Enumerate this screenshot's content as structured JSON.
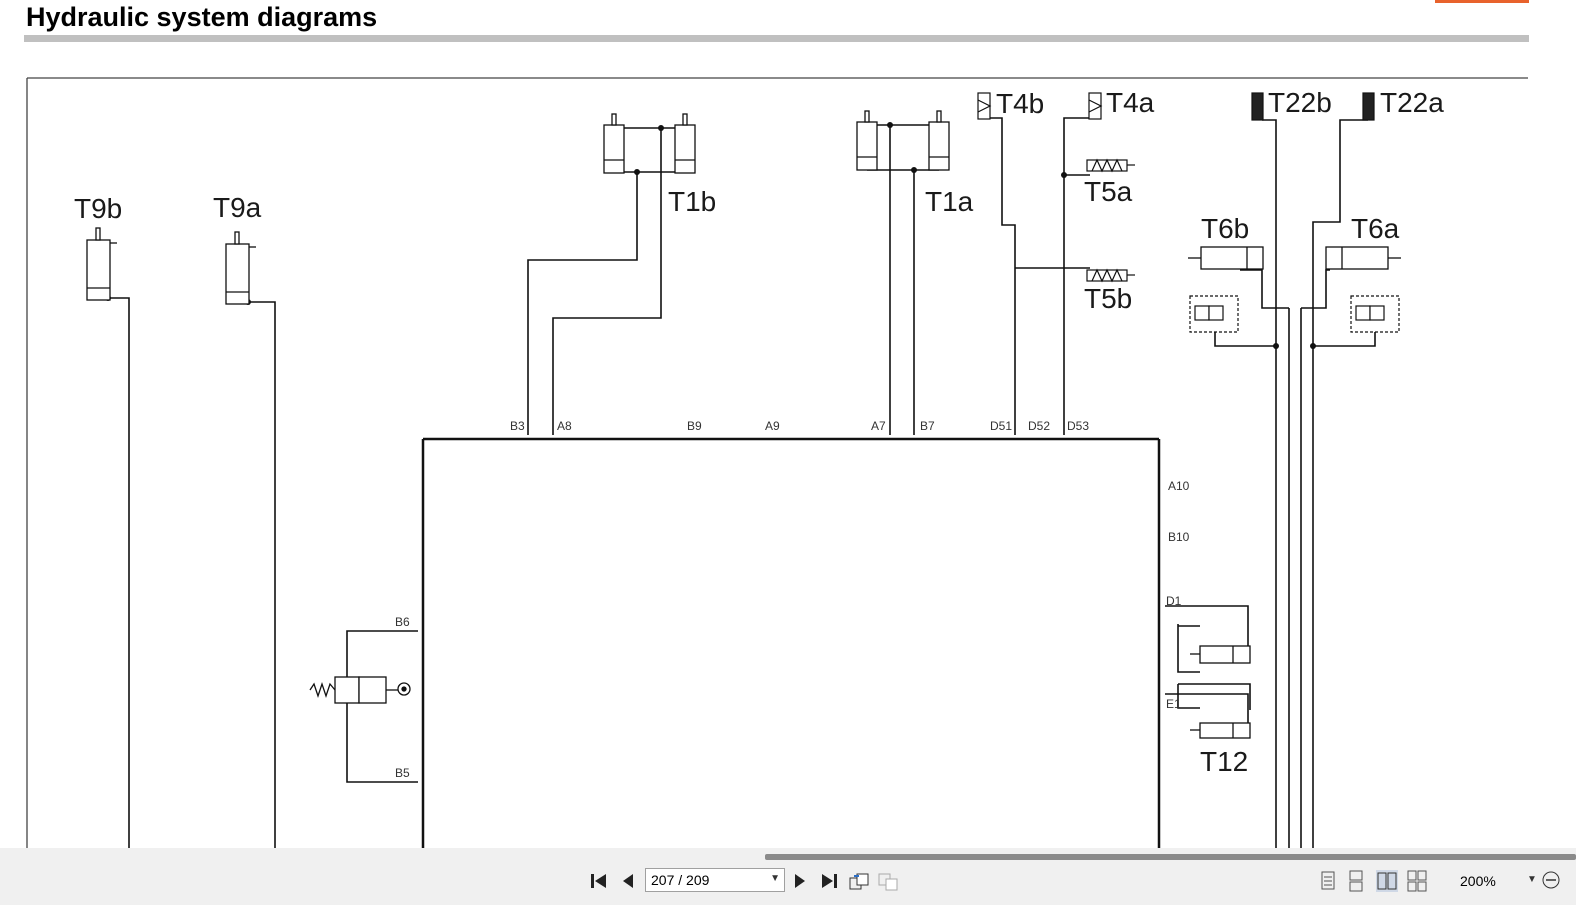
{
  "header": {
    "title": "Hydraulic system diagrams"
  },
  "diagram": {
    "labels": {
      "t9b": "T9b",
      "t9a": "T9a",
      "t1b": "T1b",
      "t1a": "T1a",
      "t4b": "T4b",
      "t4a": "T4a",
      "t5a": "T5a",
      "t5b": "T5b",
      "t22b": "T22b",
      "t22a": "T22a",
      "t6b": "T6b",
      "t6a": "T6a",
      "t12": "T12"
    },
    "ports": {
      "b3": "B3",
      "a8": "A8",
      "b9": "B9",
      "a9": "A9",
      "a7": "A7",
      "b7": "B7",
      "d51": "D51",
      "d52": "D52",
      "d53": "D53",
      "a10": "A10",
      "b10": "B10",
      "d1": "D1",
      "e1": "E1",
      "b6": "B6",
      "b5": "B5"
    }
  },
  "toolbar": {
    "page_indicator": "207 / 209",
    "zoom": "200%",
    "icons": {
      "first": "first-page-icon",
      "prev": "prev-page-icon",
      "next": "next-page-icon",
      "last": "last-page-icon",
      "back": "go-back-icon",
      "forward": "go-forward-icon",
      "single": "single-page-icon",
      "continuous": "continuous-page-icon",
      "facing": "facing-pages-icon",
      "cont_facing": "continuous-facing-icon",
      "zoom_out": "zoom-out-icon"
    }
  },
  "colors": {
    "accent": "#e8622c",
    "toolbar_bg": "#f0f0f0",
    "rule": "#c0c0c0"
  }
}
